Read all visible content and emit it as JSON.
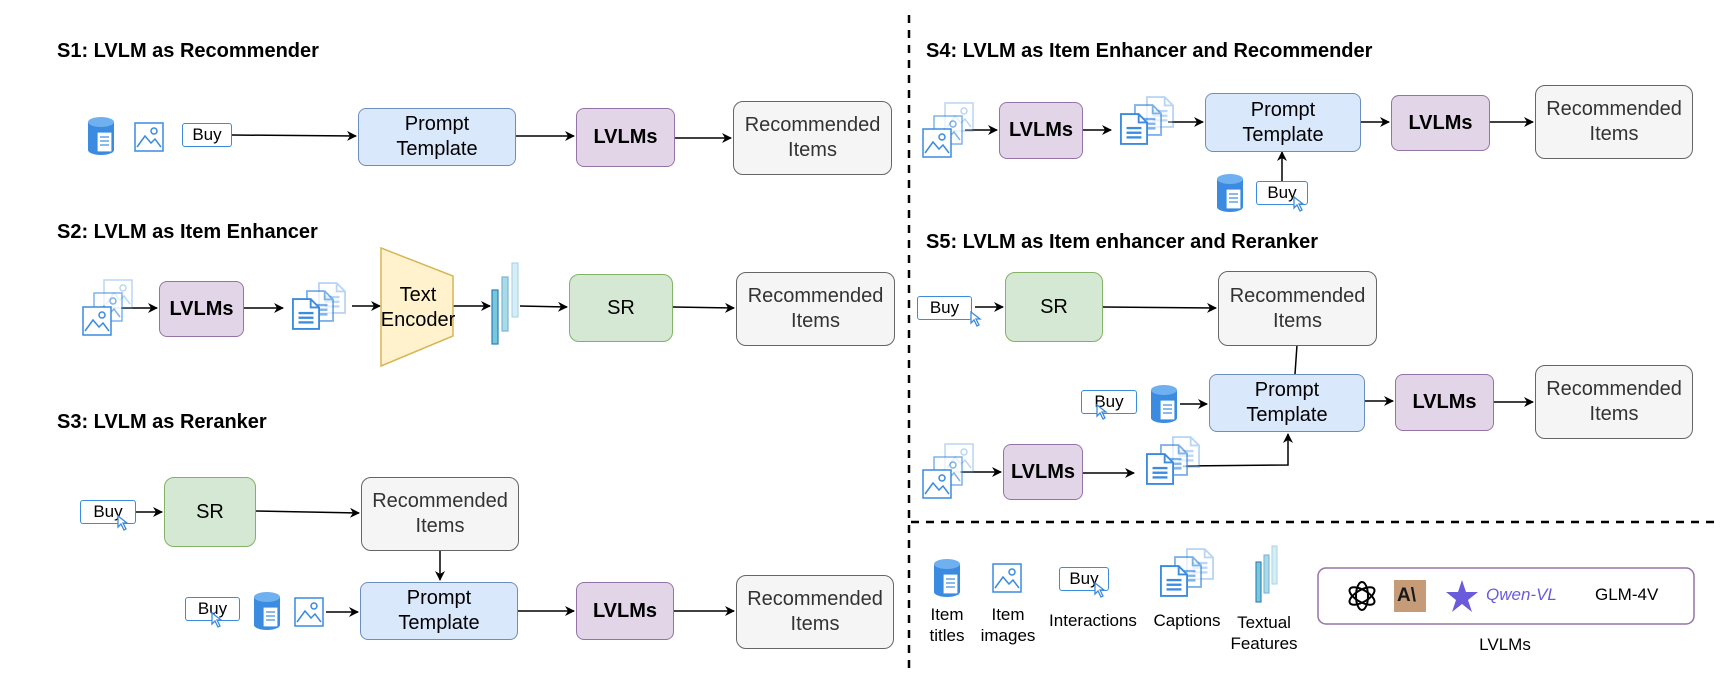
{
  "sections": {
    "s1": "S1: LVLM as Recommender",
    "s2": "S2: LVLM as Item Enhancer",
    "s3": "S3: LVLM as Reranker",
    "s4": "S4: LVLM as Item Enhancer and Recommender",
    "s5": "S5: LVLM as  Item enhancer and Reranker"
  },
  "labels": {
    "prompt_template": "Prompt\nTemplate",
    "lvlms": "LVLMs",
    "recommended_items": "Recommended\nItems",
    "sr": "SR",
    "text_encoder": "Text\nEncoder",
    "buy": "Buy"
  },
  "legend": {
    "item_titles": "Item\ntitles",
    "item_images": "Item\nimages",
    "interactions": "Interactions",
    "captions": "Captions",
    "textual_features": "Textual\nFeatures",
    "lvlms_caption": "LVLMs",
    "models": {
      "qwen": "Qwen-VL",
      "glm": "GLM-4V",
      "anthropic_mark": "A\\"
    }
  },
  "colors": {
    "prompt_fill": "#dae8fc",
    "lvlm_fill": "#e1d5e7",
    "rec_fill": "#f5f5f5",
    "sr_fill": "#d5e8d4",
    "encoder_fill": "#fff2cc",
    "icon_blue": "#3b8be0",
    "legend_border": "#9673a6"
  }
}
